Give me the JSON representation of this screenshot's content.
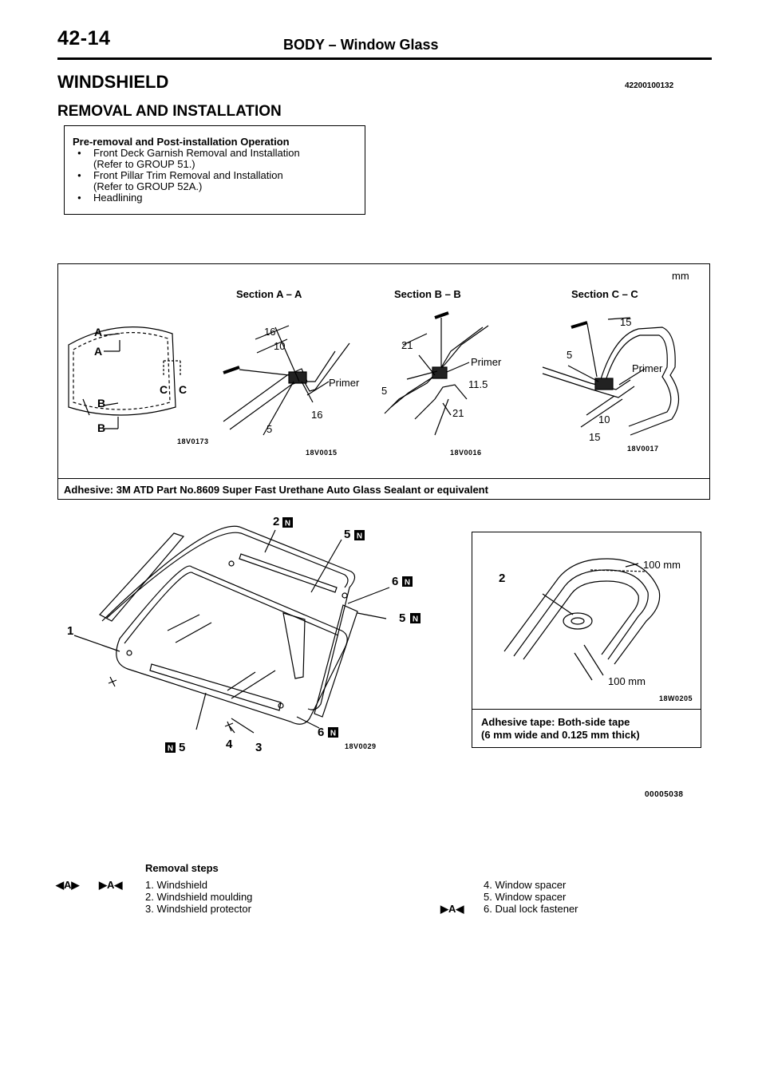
{
  "header": {
    "page_number": "42-14",
    "title": "BODY – Window Glass"
  },
  "section": {
    "title": "WINDSHIELD",
    "doc_id": "42200100132",
    "subtitle": "REMOVAL AND INSTALLATION"
  },
  "pre_removal": {
    "title": "Pre-removal and Post-installation Operation",
    "items": [
      {
        "text": "Front Deck Garnish Removal and Installation",
        "sub": "(Refer to GROUP 51.)"
      },
      {
        "text": "Front Pillar Trim Removal and Installation",
        "sub": "(Refer to GROUP 52A.)"
      },
      {
        "text": "Headlining",
        "sub": ""
      }
    ]
  },
  "sections_figure": {
    "unit": "mm",
    "section_a_label": "Section A – A",
    "section_b_label": "Section B – B",
    "section_c_label": "Section C – C",
    "overview_id": "18V0173",
    "a_id": "18V0015",
    "b_id": "18V0016",
    "c_id": "18V0017",
    "overview_labels": {
      "a_top": "A",
      "a_bottom": "A",
      "c_left": "C",
      "c_right": "C",
      "b_top": "B",
      "b_bottom": "B"
    },
    "a_dims": {
      "d1": "16",
      "d2": "10",
      "d3": "16",
      "d4": "5",
      "primer": "Primer"
    },
    "b_dims": {
      "d1": "21",
      "d2": "11.5",
      "d3": "21",
      "d4": "5",
      "primer": "Primer"
    },
    "c_dims": {
      "d1": "15",
      "d2": "5",
      "d3": "10",
      "d4": "15",
      "primer": "Primer"
    },
    "adhesive": "Adhesive: 3M ATD Part No.8609 Super Fast Urethane Auto Glass Sealant or equivalent"
  },
  "exploded_figure": {
    "id": "18V0029",
    "callouts": {
      "c1": "1",
      "c2": "2",
      "c3": "3",
      "c4": "4",
      "c5a": "5",
      "c5b": "5",
      "c5c": "5",
      "c6a": "6",
      "c6b": "6"
    },
    "new_part_glyph": "N"
  },
  "tape_figure": {
    "id": "18W0205",
    "callout": "2",
    "dim_top": "100 mm",
    "dim_bottom": "100 mm",
    "caption_line1": "Adhesive tape: Both-side tape",
    "caption_line2": "(6 mm wide and 0.125 mm thick)"
  },
  "figure_code": "00005038",
  "removal_steps": {
    "title": "Removal steps",
    "marker_a_install": "◀A▶",
    "marker_a_remove": "▶A◀",
    "marker_a6": "▶A◀",
    "steps_left": [
      "1. Windshield",
      "2. Windshield moulding",
      "3. Windshield protector"
    ],
    "steps_right": [
      "4. Window spacer",
      "5. Window spacer",
      "6. Dual lock fastener"
    ]
  }
}
